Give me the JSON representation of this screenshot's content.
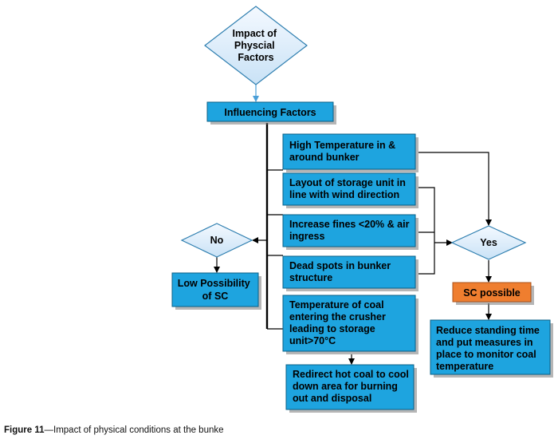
{
  "diagram": {
    "top_decision": [
      "Impact of",
      "Physcial",
      "Factors"
    ],
    "influencing_factors": "Influencing Factors",
    "factors": [
      [
        "High Temperature in &",
        "around bunker"
      ],
      [
        "Layout of storage unit in",
        "line with wind direction"
      ],
      [
        "Increase fines <20% & air",
        "ingress"
      ],
      [
        "Dead spots in bunker",
        "structure"
      ],
      [
        "Temperature of coal",
        "entering the crusher",
        "leading to storage",
        "unit>70°C"
      ]
    ],
    "no_label": "No",
    "yes_label": "Yes",
    "low_possibility": [
      "Low Possibility",
      "of SC"
    ],
    "sc_possible": "SC possible",
    "reduce_standing": [
      "Reduce standing time",
      "and put measures in",
      "place to monitor coal",
      "temperature"
    ],
    "redirect": [
      "Redirect hot coal to cool",
      "down area for burning",
      "out and disposal"
    ]
  },
  "caption": {
    "figure_label": "Figure 11",
    "text": "—Impact of physical conditions at the bunke"
  }
}
